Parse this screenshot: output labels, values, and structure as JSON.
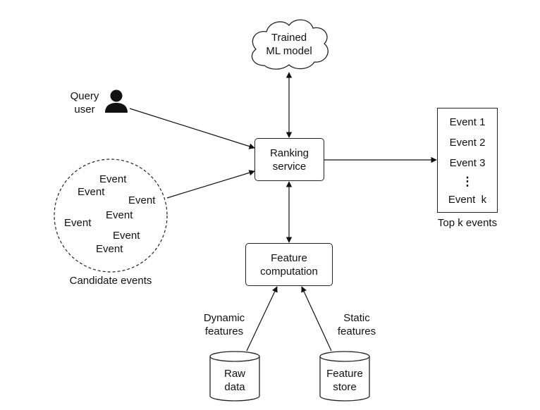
{
  "model": {
    "line1": "Trained",
    "line2": "ML model"
  },
  "query_user": {
    "line1": "Query",
    "line2": "user"
  },
  "ranking_service": {
    "line1": "Ranking",
    "line2": "service"
  },
  "candidate_events": {
    "items": [
      "Event",
      "Event",
      "Event",
      "Event",
      "Event",
      "Event",
      "Event"
    ],
    "caption": "Candidate events"
  },
  "top_events": {
    "items": [
      "Event 1",
      "Event 2",
      "Event 3"
    ],
    "ellipsis": "⋮",
    "last": "Event  k",
    "caption": "Top k events"
  },
  "feature_computation": {
    "line1": "Feature",
    "line2": "computation"
  },
  "dynamic_features": {
    "line1": "Dynamic",
    "line2": "features"
  },
  "static_features": {
    "line1": "Static",
    "line2": "features"
  },
  "raw_data": {
    "line1": "Raw",
    "line2": "data"
  },
  "feature_store": {
    "line1": "Feature",
    "line2": "store"
  }
}
